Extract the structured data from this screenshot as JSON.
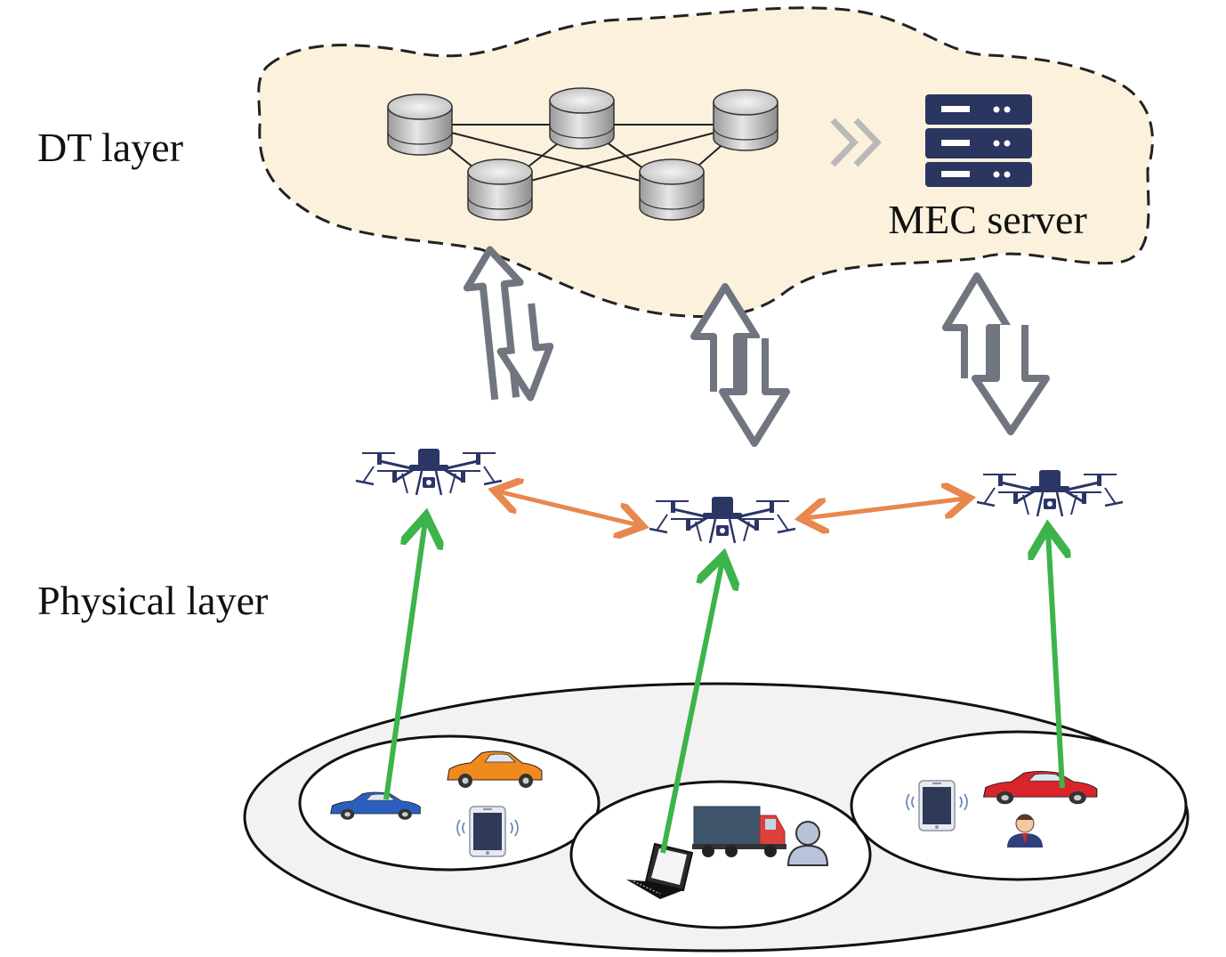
{
  "labels": {
    "dt_layer": "DT layer",
    "physical_layer": "Physical layer",
    "mec_server": "MEC server"
  },
  "colors": {
    "cloud_fill": "#fbf1dc",
    "server_navy": "#2a3560",
    "drone_navy": "#2b3566",
    "arrow_gray": "#707580",
    "green_link": "#3cb44b",
    "orange_link": "#e8874e",
    "ground_fill": "#f2f2f2"
  },
  "icons": {
    "dt_nodes": "database-cylinder-icon",
    "server": "server-rack-icon",
    "forward": "double-chevron-icon",
    "uav": "drone-icon",
    "car": "car-icon",
    "phone": "smartphone-icon",
    "laptop": "laptop-icon",
    "truck": "truck-icon",
    "user": "user-icon"
  }
}
